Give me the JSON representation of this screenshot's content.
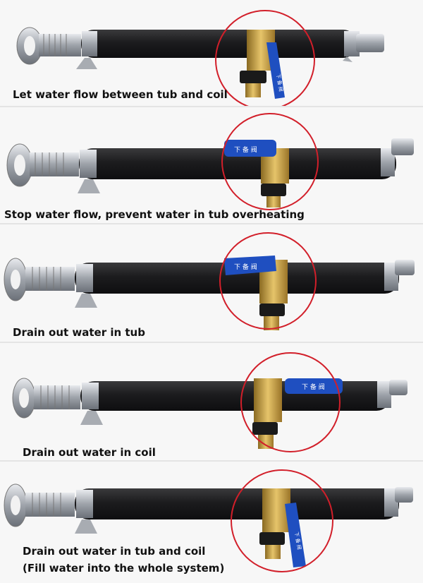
{
  "colors": {
    "hose": "#1c1c1e",
    "brass": "#c9a24a",
    "handle": "#1f4fc0",
    "circle": "#d21f2a",
    "steel": "#b8bcc2"
  },
  "panels": [
    {
      "caption": "Let water flow between tub and coil",
      "handle_state": "down"
    },
    {
      "caption": "Stop water flow, prevent water in tub overheating",
      "handle_state": "up"
    },
    {
      "caption": "Drain out water in tub",
      "handle_state": "up-left"
    },
    {
      "caption": "Drain out water in coil",
      "handle_state": "right"
    },
    {
      "caption": "Drain out water in tub and coil",
      "caption2": "(Fill water into the whole system)",
      "handle_state": "down-right"
    }
  ],
  "handle_text": "下 备 阀"
}
